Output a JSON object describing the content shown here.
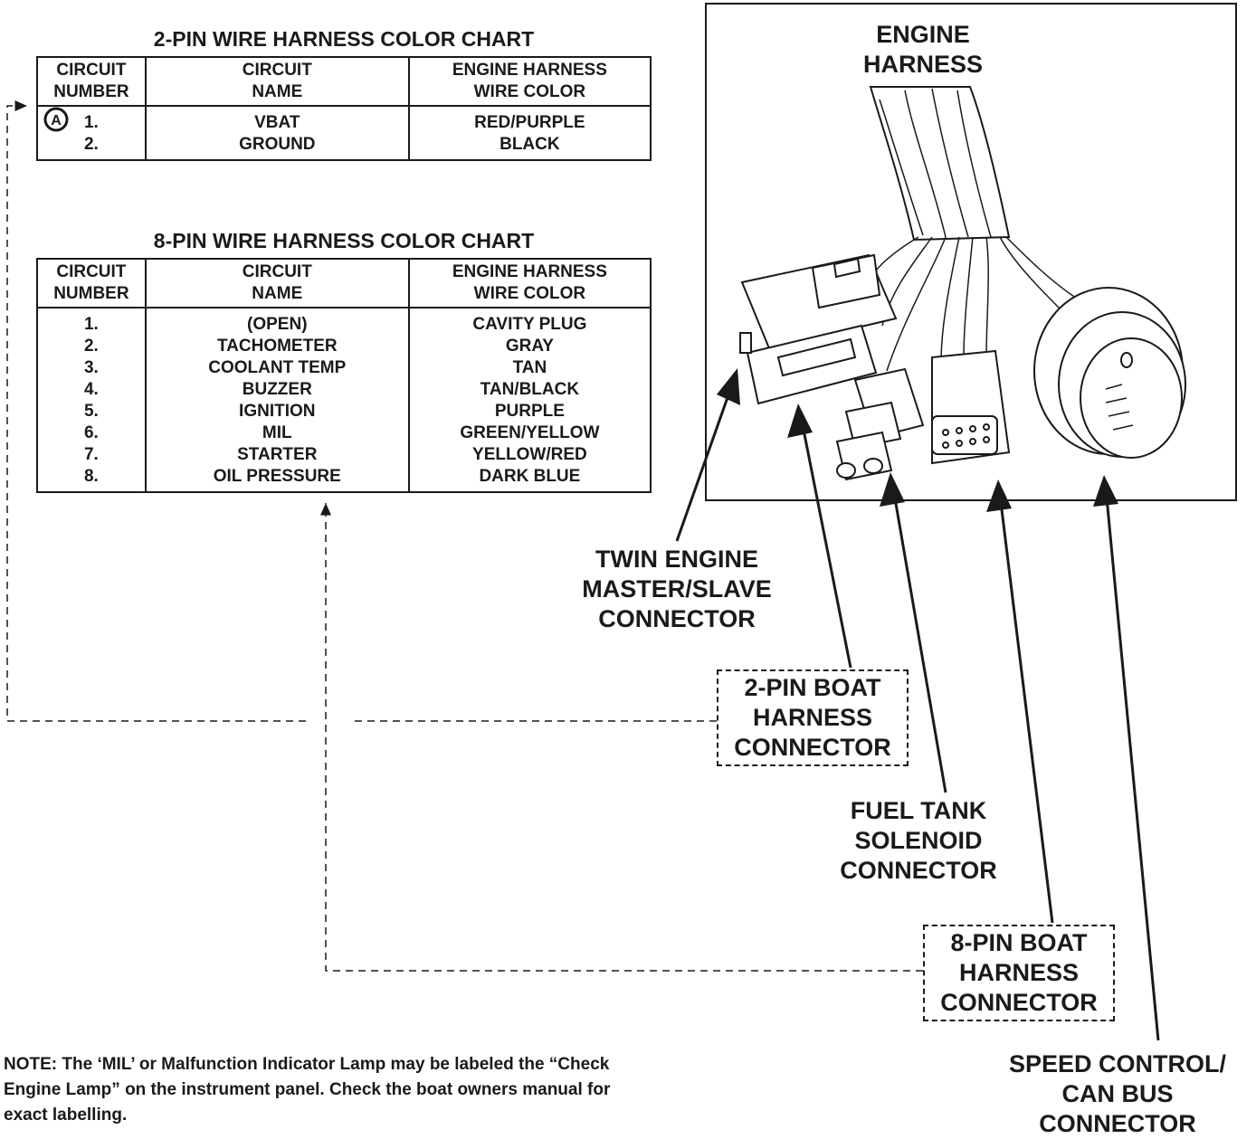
{
  "chart_2pin": {
    "title": "2-PIN WIRE HARNESS COLOR CHART",
    "headers": [
      [
        "CIRCUIT",
        "NUMBER"
      ],
      [
        "CIRCUIT",
        "NAME"
      ],
      [
        "ENGINE HARNESS",
        "WIRE COLOR"
      ]
    ],
    "rows": [
      [
        "1.",
        "VBAT",
        "RED/PURPLE"
      ],
      [
        "2.",
        "GROUND",
        "BLACK"
      ]
    ],
    "marker": "A"
  },
  "chart_8pin": {
    "title": "8-PIN WIRE HARNESS COLOR CHART",
    "headers": [
      [
        "CIRCUIT",
        "NUMBER"
      ],
      [
        "CIRCUIT",
        "NAME"
      ],
      [
        "ENGINE HARNESS",
        "WIRE COLOR"
      ]
    ],
    "rows": [
      [
        "1.",
        "(OPEN)",
        "CAVITY PLUG"
      ],
      [
        "2.",
        "TACHOMETER",
        "GRAY"
      ],
      [
        "3.",
        "COOLANT TEMP",
        "TAN"
      ],
      [
        "4.",
        "BUZZER",
        "TAN/BLACK"
      ],
      [
        "5.",
        "IGNITION",
        "PURPLE"
      ],
      [
        "6.",
        "MIL",
        "GREEN/YELLOW"
      ],
      [
        "7.",
        "STARTER",
        "YELLOW/RED"
      ],
      [
        "8.",
        "OIL PRESSURE",
        "DARK BLUE"
      ]
    ]
  },
  "engine_harness_label": [
    "ENGINE",
    "HARNESS"
  ],
  "callouts": {
    "twin_engine": [
      "TWIN ENGINE",
      "MASTER/SLAVE",
      "CONNECTOR"
    ],
    "two_pin_boat": [
      "2-PIN BOAT",
      "HARNESS",
      "CONNECTOR"
    ],
    "fuel_tank": [
      "FUEL TANK",
      "SOLENOID",
      "CONNECTOR"
    ],
    "eight_pin_boat": [
      "8-PIN BOAT",
      "HARNESS",
      "CONNECTOR"
    ],
    "speed_control": [
      "SPEED CONTROL/",
      "CAN BUS",
      "CONNECTOR"
    ]
  },
  "note": {
    "lines": [
      "NOTE:  The ‘MIL’ or Malfunction Indicator Lamp may be labeled the “Check",
      "Engine Lamp” on the instrument panel.  Check the boat owners manual for",
      "exact labelling."
    ]
  },
  "colors": {
    "ink": "#1a1a1a",
    "paper": "#ffffff"
  }
}
